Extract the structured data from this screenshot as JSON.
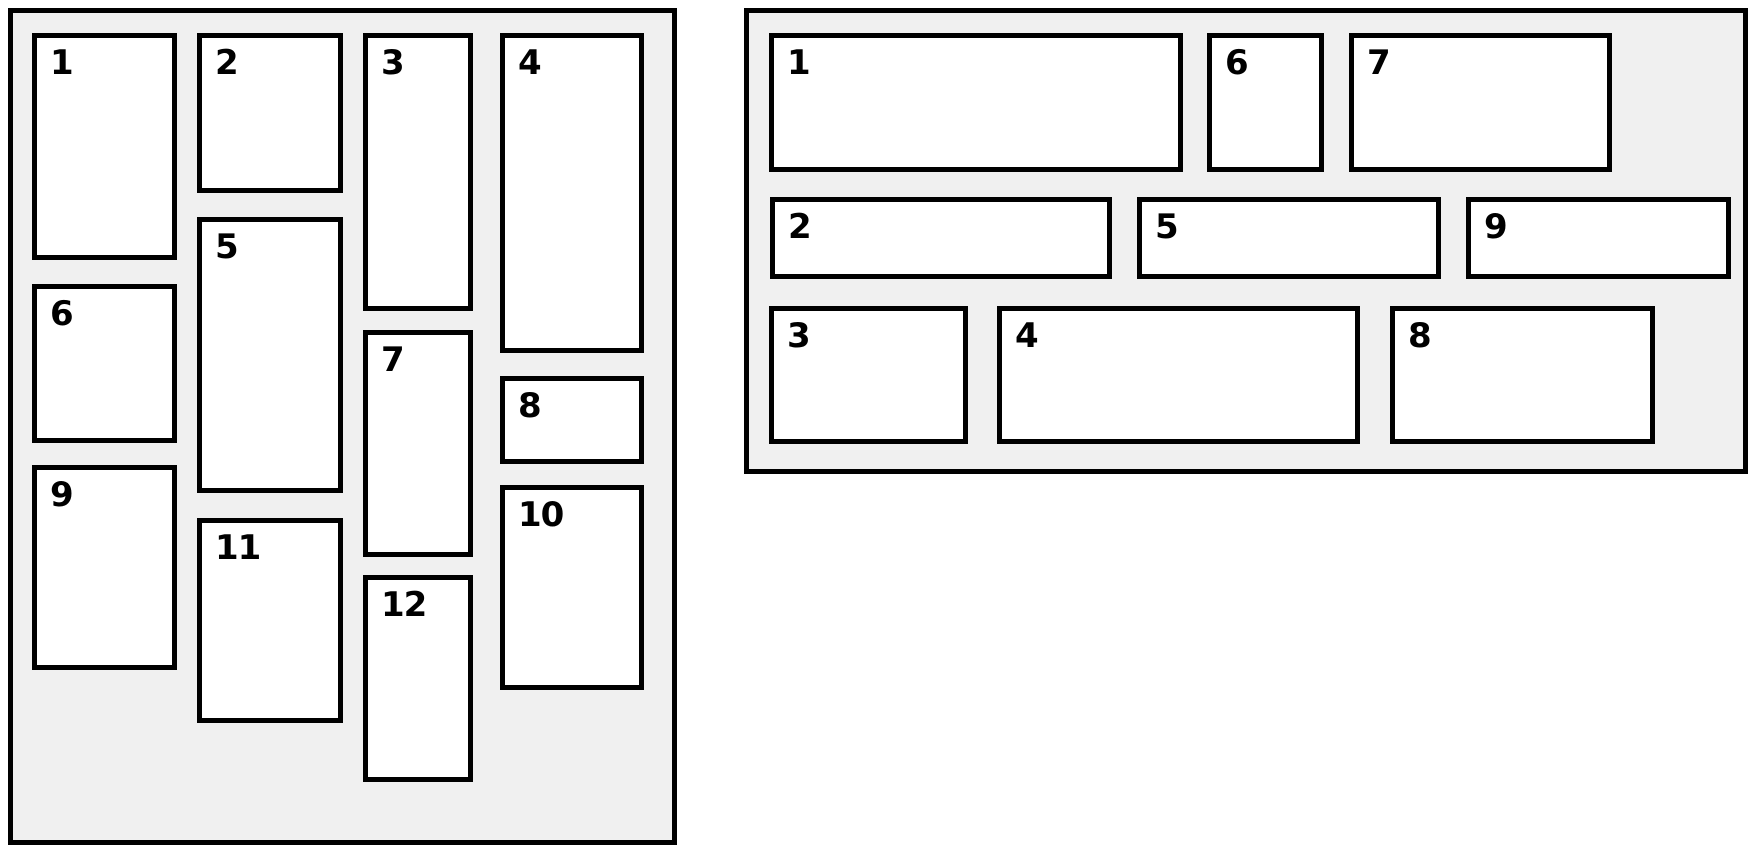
{
  "colors": {
    "panel_background": "#f0f0f0",
    "box_background": "#ffffff",
    "border": "#000000",
    "label_text": "#000000"
  },
  "panels": [
    {
      "id": "vertical-masonry",
      "items": [
        "1",
        "2",
        "3",
        "4",
        "5",
        "6",
        "7",
        "8",
        "9",
        "10",
        "11",
        "12"
      ]
    },
    {
      "id": "horizontal-masonry",
      "items": [
        "1",
        "2",
        "3",
        "4",
        "5",
        "6",
        "7",
        "8",
        "9"
      ]
    }
  ]
}
